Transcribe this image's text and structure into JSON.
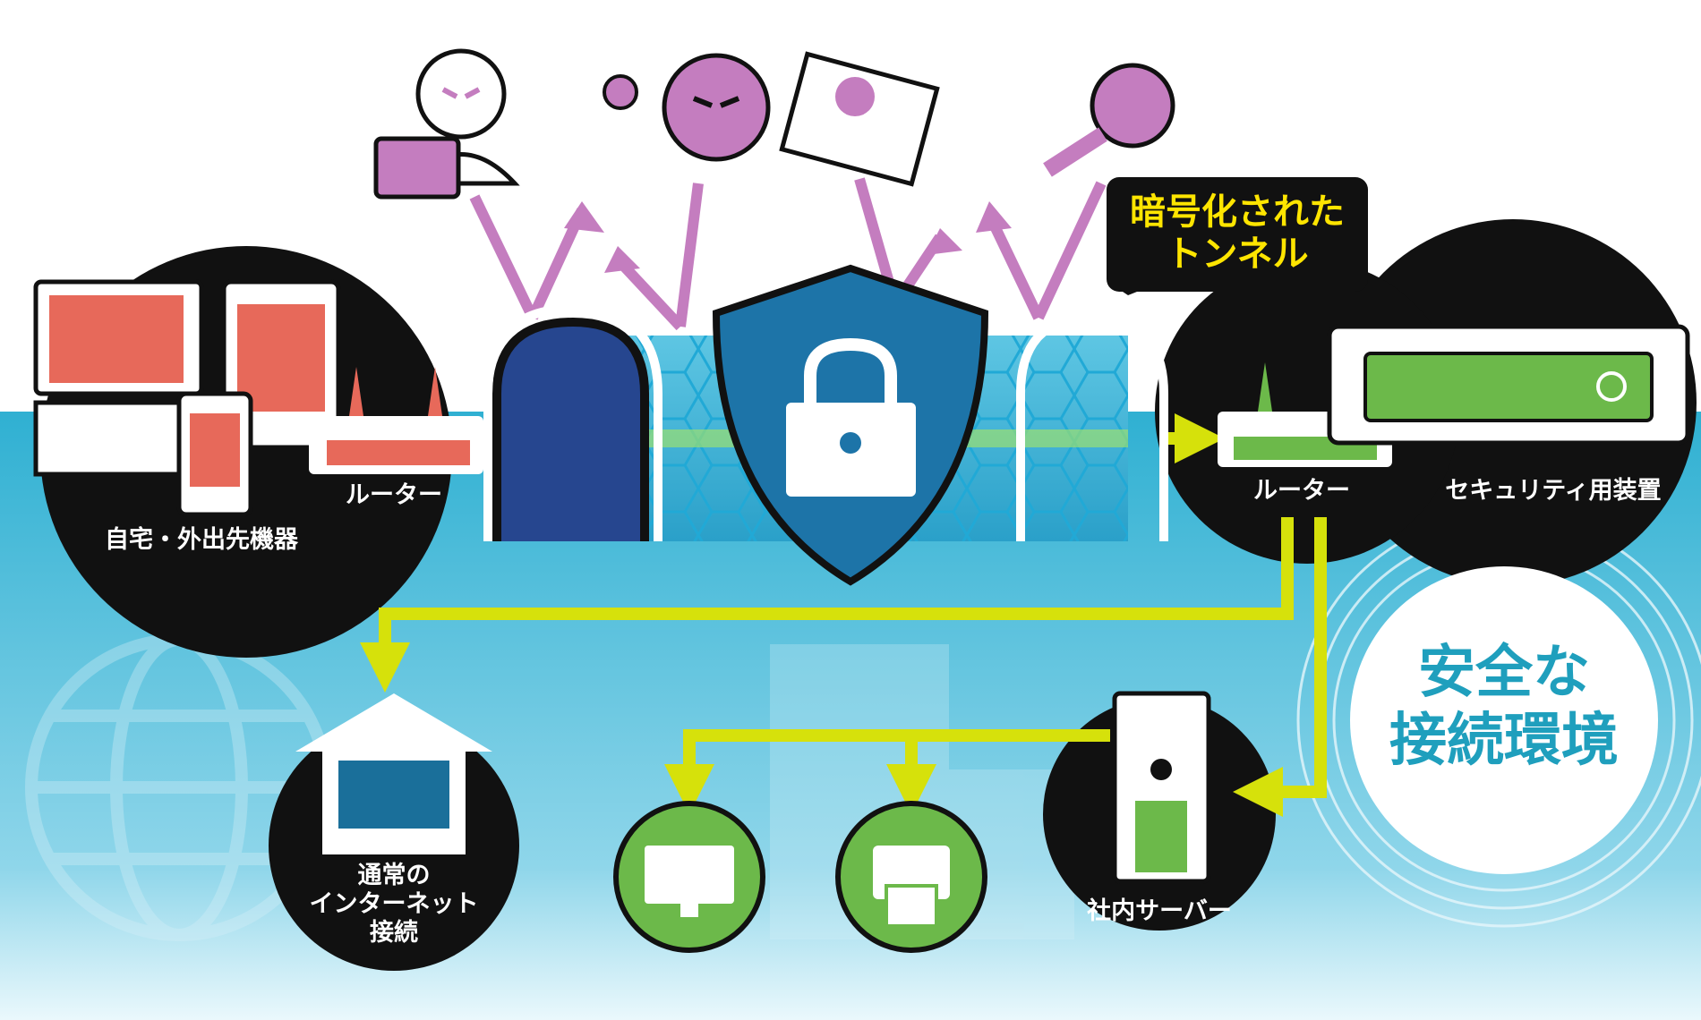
{
  "labels": {
    "home_devices": "自宅・外出先機器",
    "router_left": "ルーター",
    "router_right": "ルーター",
    "security_device": "セキュリティ用装置",
    "internet_line1": "通常の",
    "internet_line2": "インターネット",
    "internet_line3": "接続",
    "server": "社内サーバー"
  },
  "callout": {
    "line1": "暗号化された",
    "line2": "トンネル"
  },
  "safe_env": {
    "line1": "安全な",
    "line2": "接続環境"
  },
  "colors": {
    "sky": "#3ab3d3",
    "threat": "#c47dbf",
    "arrow": "#d6e10b",
    "green": "#6cb94a",
    "router_red": "#e7695a",
    "shield": "#1d74a8",
    "callout_text": "#ffe500"
  }
}
